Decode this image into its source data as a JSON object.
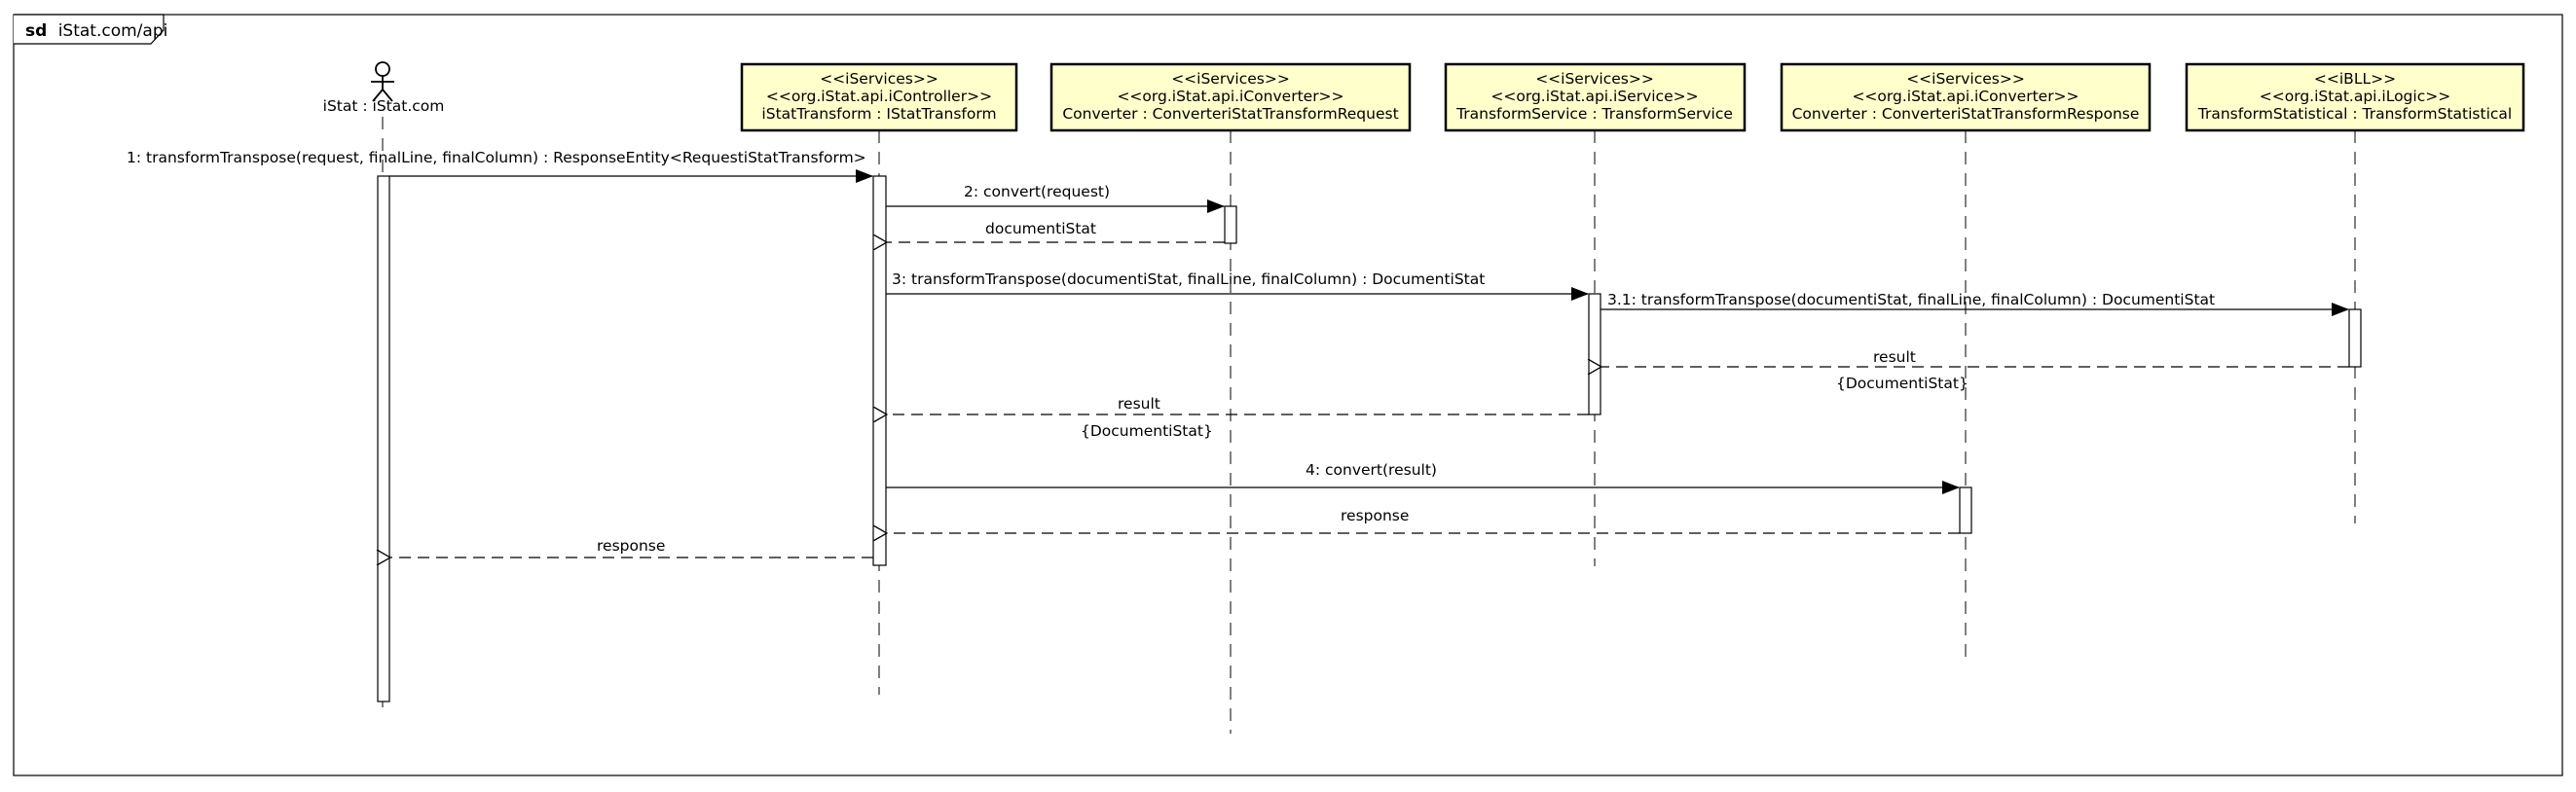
{
  "frame": {
    "keyword": "sd",
    "name": "iStat.com/api"
  },
  "actor": {
    "label": "iStat : iStat.com"
  },
  "participants": [
    {
      "stereotype": "<<iServices>>",
      "package": "<<org.iStat.api.iController>>",
      "name": "iStatTransform : IStatTransform"
    },
    {
      "stereotype": "<<iServices>>",
      "package": "<<org.iStat.api.iConverter>>",
      "name": "Converter : ConverteriStatTransformRequest"
    },
    {
      "stereotype": "<<iServices>>",
      "package": "<<org.iStat.api.iService>>",
      "name": "TransformService : TransformService"
    },
    {
      "stereotype": "<<iServices>>",
      "package": "<<org.iStat.api.iConverter>>",
      "name": "Converter : ConverteriStatTransformResponse"
    },
    {
      "stereotype": "<<iBLL>>",
      "package": "<<org.iStat.api.iLogic>>",
      "name": "TransformStatistical : TransformStatistical"
    }
  ],
  "messages": [
    {
      "label": "1: transformTranspose(request, finalLine, finalColumn) : ResponseEntity<RequestiStatTransform>"
    },
    {
      "label": "2: convert(request)"
    },
    {
      "label": "documentiStat"
    },
    {
      "label": "3: transformTranspose(documentiStat, finalLine, finalColumn) : DocumentiStat"
    },
    {
      "label": "3.1: transformTranspose(documentiStat, finalLine, finalColumn) : DocumentiStat"
    },
    {
      "label": "result",
      "note": "{DocumentiStat}"
    },
    {
      "label": "result",
      "note": "{DocumentiStat}"
    },
    {
      "label": "4: convert(result)"
    },
    {
      "label": "response"
    },
    {
      "label": "response"
    }
  ],
  "colors": {
    "participant_fill": "#FFFFCC",
    "stroke": "#000000"
  }
}
